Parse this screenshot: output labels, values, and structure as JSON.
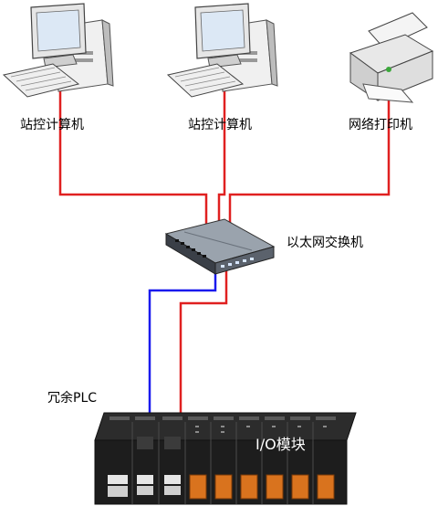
{
  "nodes": {
    "pc_left": {
      "label": "站控计算机"
    },
    "pc_mid": {
      "label": "站控计算机"
    },
    "printer": {
      "label": "网络打印机"
    },
    "switch": {
      "label": "以太网交换机"
    },
    "plc": {
      "label": "冗余PLC"
    },
    "io": {
      "label": "I/O模块"
    }
  },
  "links": [
    {
      "from": "pc_left",
      "to": "switch",
      "color": "#e02020"
    },
    {
      "from": "pc_mid",
      "to": "switch",
      "color": "#e02020"
    },
    {
      "from": "printer",
      "to": "switch",
      "color": "#e02020"
    },
    {
      "from": "switch",
      "to": "plc",
      "color": "#1a1aee"
    },
    {
      "from": "switch",
      "to": "plc",
      "color": "#e02020"
    }
  ],
  "colors": {
    "ethernet_red": "#e02020",
    "ethernet_blue": "#1a1aee",
    "terminal_orange": "#d9731e"
  }
}
